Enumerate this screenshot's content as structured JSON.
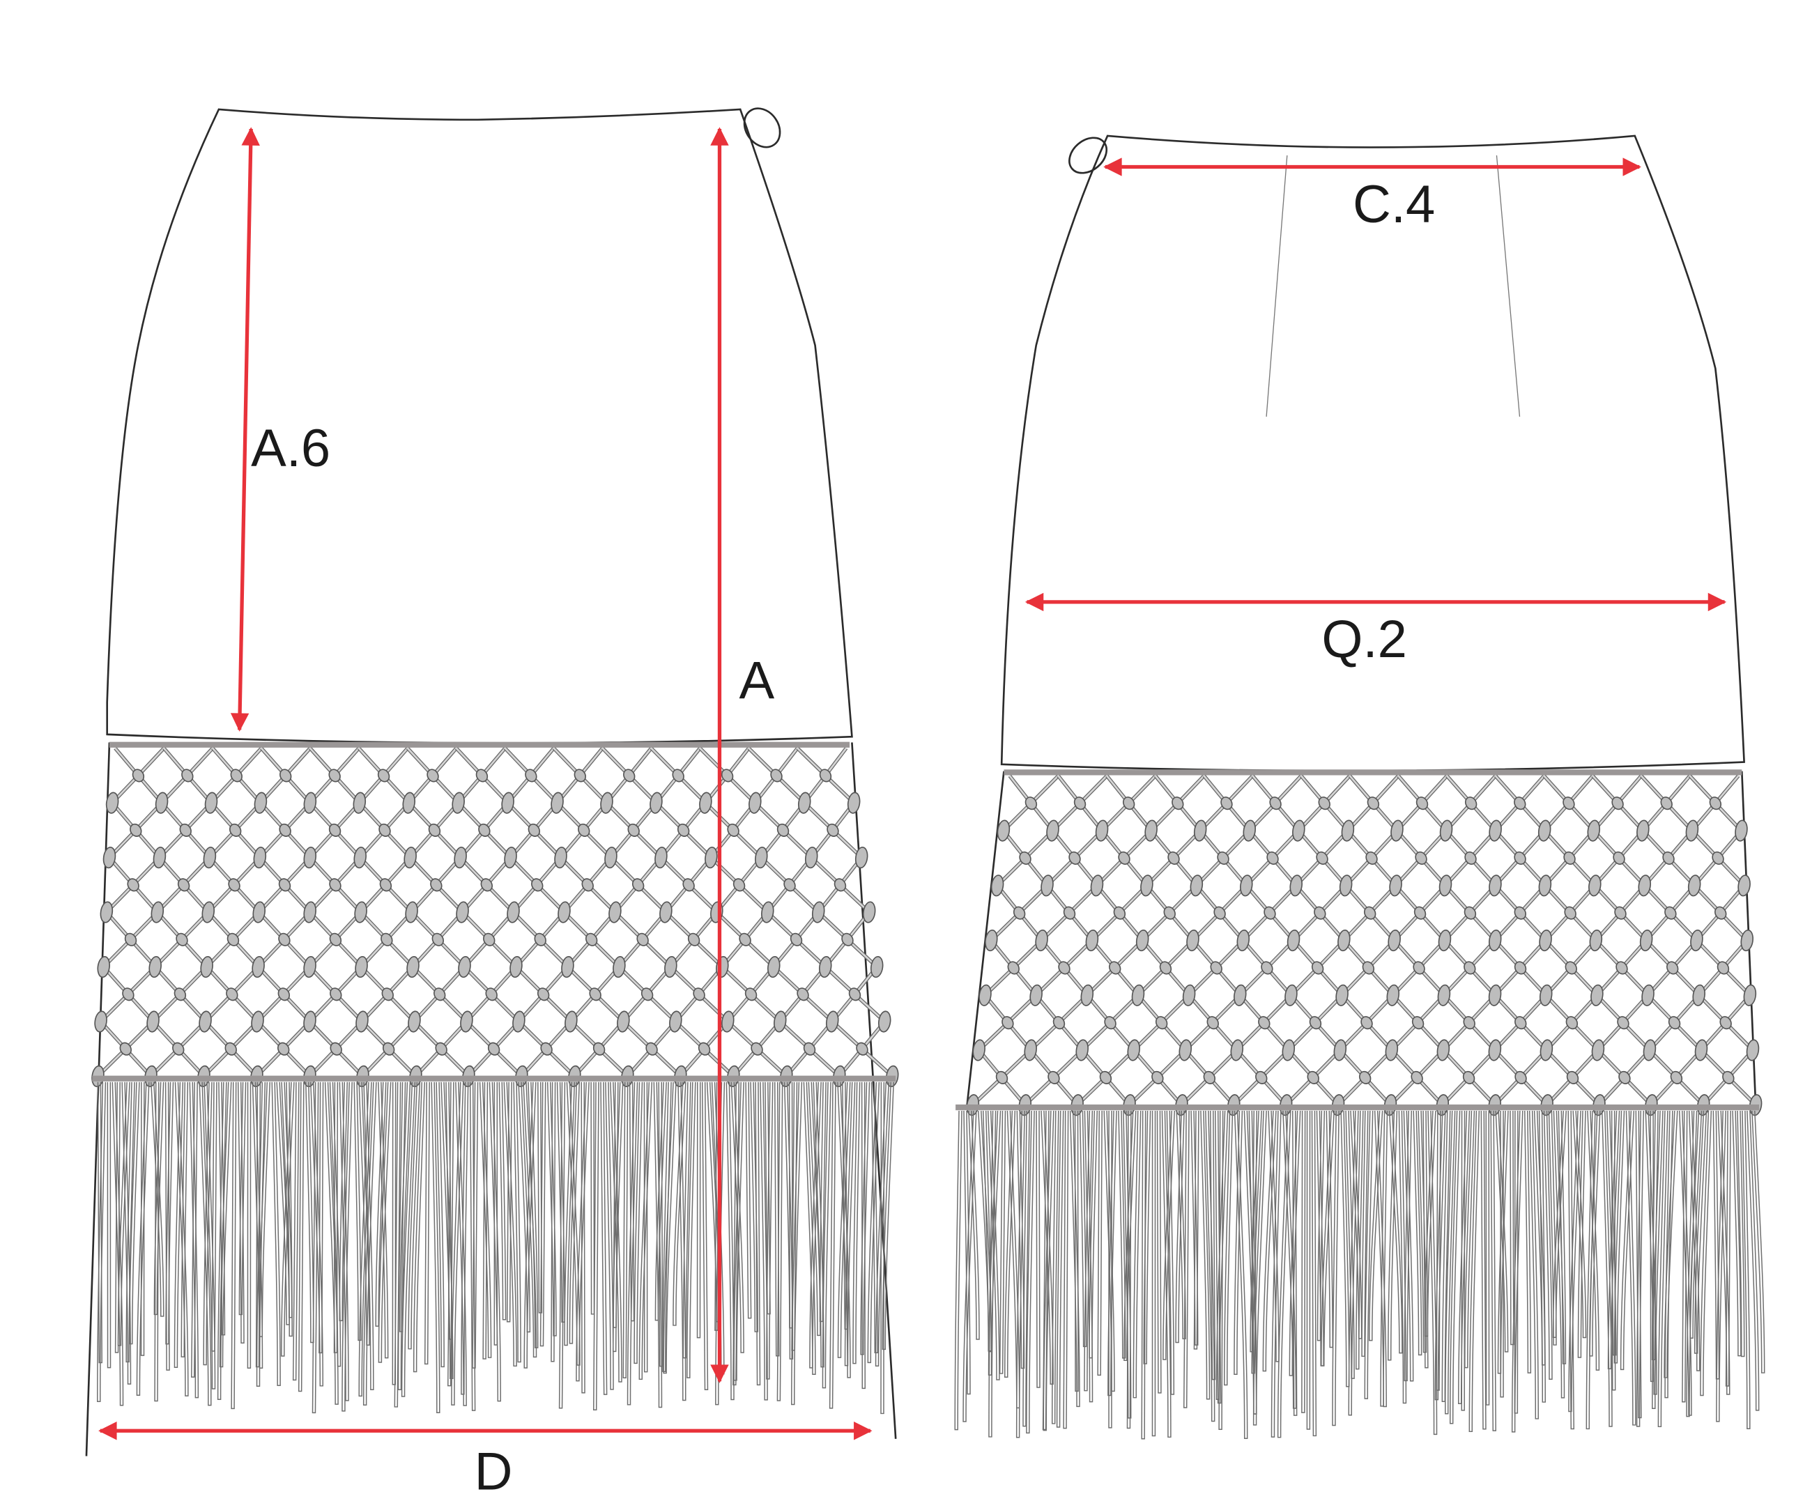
{
  "front_view": {
    "labels": {
      "a6": "A.6",
      "a": "A",
      "d": "D"
    }
  },
  "back_view": {
    "labels": {
      "c4": "C.4",
      "q2": "Q.2"
    }
  },
  "colors": {
    "arrow": "#e8323a",
    "outline": "#2b2b2b",
    "trim": "#9a9696"
  }
}
